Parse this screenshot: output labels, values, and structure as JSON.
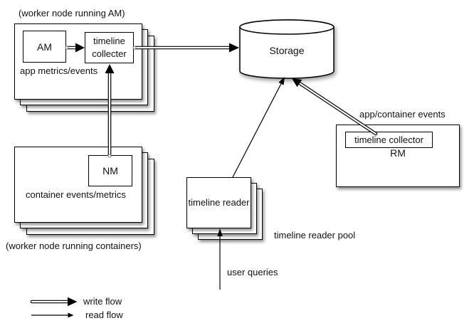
{
  "diagram": {
    "worker_am": {
      "caption": "(worker node running AM)",
      "am_label": "AM",
      "collector_label": "timeline collecter",
      "events_label": "app metrics/events"
    },
    "worker_containers": {
      "caption": "(worker node running containers)",
      "nm_label": "NM",
      "events_label": "container events/metrics"
    },
    "storage": {
      "label": "Storage"
    },
    "rm": {
      "events_label": "app/container events",
      "collector_label": "timeline collector",
      "label": "RM"
    },
    "reader": {
      "label": "timeline reader",
      "pool_label": "timeline reader pool",
      "queries_label": "user queries"
    },
    "legend": {
      "write_label": "write flow",
      "read_label": "read flow"
    },
    "colors": {
      "stroke": "#000000",
      "background": "#ffffff"
    }
  }
}
